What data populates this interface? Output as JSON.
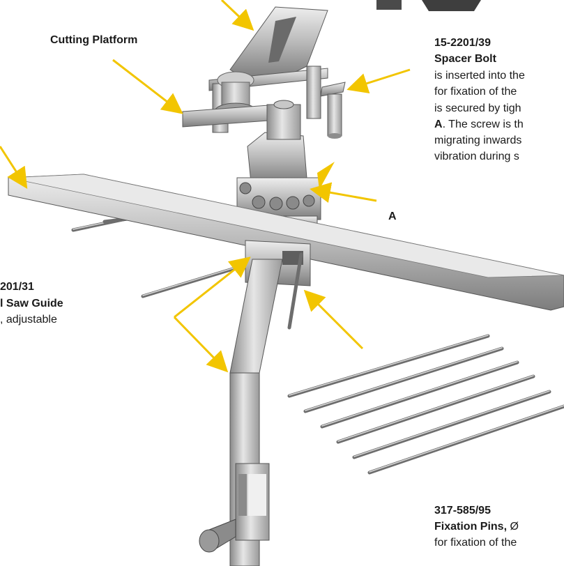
{
  "labels": {
    "cutting_platform": "Cutting Platform",
    "spacer_bolt": {
      "code": "15-2201/39",
      "name": "Spacer Bolt",
      "line1": "is inserted into the",
      "line2": "for fixation of the",
      "line3": "is secured by tigh",
      "line4_marker": "A",
      "line4_rest": ". The screw is th",
      "line5": "migrating inwards",
      "line6": "vibration during s"
    },
    "marker_a": "A",
    "saw_guide": {
      "code": "201/31",
      "name": "l Saw Guide",
      "desc": ", adjustable"
    },
    "fixation_pins": {
      "code": "317-585/95",
      "name": "Fixation Pins,",
      "name_suffix": " Ø",
      "desc": "for fixation of the"
    }
  },
  "colors": {
    "leader_line": "#f2c500",
    "text": "#1a1a1a",
    "steel_light": "#e4e4e4",
    "steel_dark": "#7a7a7a"
  }
}
